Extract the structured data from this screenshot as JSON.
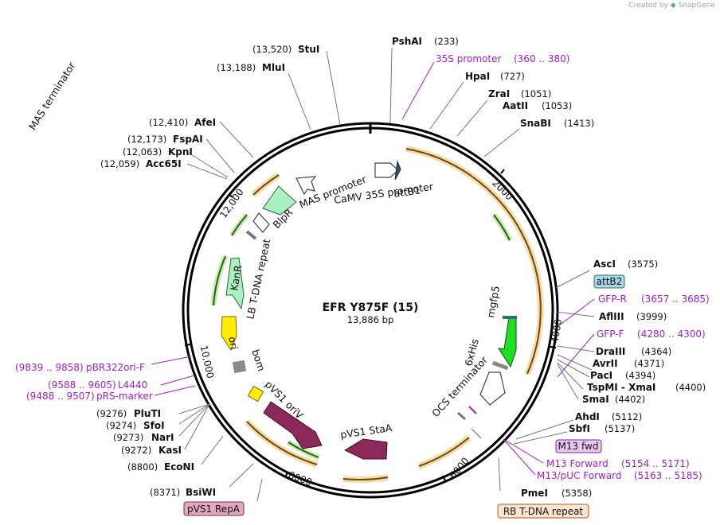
{
  "credit": {
    "prefix": "Created by",
    "brand": "SnapGene"
  },
  "plasmid": {
    "name": "EFR Y875F (15)",
    "length": "13,886 bp"
  },
  "sites": [
    {
      "pos": "(233)",
      "name": "PshAI"
    },
    {
      "pos": "(727)",
      "name": "HpaI"
    },
    {
      "pos": "(1051)",
      "name": "ZraI"
    },
    {
      "pos": "(1053)",
      "name": "AatII"
    },
    {
      "pos": "(1413)",
      "name": "SnaBI"
    },
    {
      "pos": "(3575)",
      "name": "AscI"
    },
    {
      "pos": "(3999)",
      "name": "AflIII"
    },
    {
      "pos": "(4364)",
      "name": "DraIII"
    },
    {
      "pos": "(4371)",
      "name": "AvrII"
    },
    {
      "pos": "(4394)",
      "name": "PacI"
    },
    {
      "pos": "(4400)",
      "name": "TspMI - XmaI"
    },
    {
      "pos": "(4402)",
      "name": "SmaI"
    },
    {
      "pos": "(5112)",
      "name": "AhdI"
    },
    {
      "pos": "(5137)",
      "name": "SbfI"
    },
    {
      "pos": "(5358)",
      "name": "PmeI"
    },
    {
      "pos": "(8371)",
      "name": "BsiWI"
    },
    {
      "pos": "(8800)",
      "name": "EcoNI"
    },
    {
      "pos": "(9272)",
      "name": "KasI"
    },
    {
      "pos": "(9273)",
      "name": "NarI"
    },
    {
      "pos": "(9274)",
      "name": "SfoI"
    },
    {
      "pos": "(9276)",
      "name": "PluTI"
    },
    {
      "pos": "(12,059)",
      "name": "Acc65I"
    },
    {
      "pos": "(12,063)",
      "name": "KpnI"
    },
    {
      "pos": "(12,173)",
      "name": "FspAI"
    },
    {
      "pos": "(12,410)",
      "name": "AfeI"
    },
    {
      "pos": "(13,188)",
      "name": "MluI"
    },
    {
      "pos": "(13,520)",
      "name": "StuI"
    }
  ],
  "primers": [
    {
      "name": "35S promoter",
      "range": "(360 .. 380)"
    },
    {
      "name": "GFP-R",
      "range": "(3657 .. 3685)"
    },
    {
      "name": "GFP-F",
      "range": "(4280 .. 4300)"
    },
    {
      "name": "M13 Forward",
      "range": "(5154 .. 5171)"
    },
    {
      "name": "M13/pUC Forward",
      "range": "(5163 .. 5185)"
    },
    {
      "name": "pBR322ori-F",
      "range": "(9839 .. 9858)"
    },
    {
      "name": "L4440",
      "range": "(9588 .. 9605)"
    },
    {
      "name": "pRS-marker",
      "range": "(9488 .. 9507)"
    }
  ],
  "boxes": {
    "attB2": "attB2",
    "m13fwd": "M13 fwd",
    "rb": "RB T-DNA repeat",
    "repa": "pVS1 RepA"
  },
  "features": {
    "attB1": "attB1",
    "camv": "CaMV 35S promoter",
    "mas_prom": "MAS promoter",
    "blpr": "BlpR",
    "mas_term": "MAS terminator",
    "kanr": "KanR",
    "lb": "LB T-DNA repeat",
    "ori": "ori",
    "bom": "bom",
    "pvs1_oriv": "pVS1 oriV",
    "pvs1_staa": "pVS1 StaA",
    "mgfp5": "mgfp5",
    "his": "6xHis",
    "ocs": "OCS terminator"
  },
  "ticks": [
    "2000",
    "4000",
    "6000",
    "8000",
    "10,000",
    "12,000"
  ],
  "colors": {
    "primer": "#a020c8",
    "orf": "#e8a020",
    "gfp": "#22dd22",
    "ori": "#ffee00",
    "staa": "#8b2a5a",
    "resistance": "#aaf0c0"
  }
}
